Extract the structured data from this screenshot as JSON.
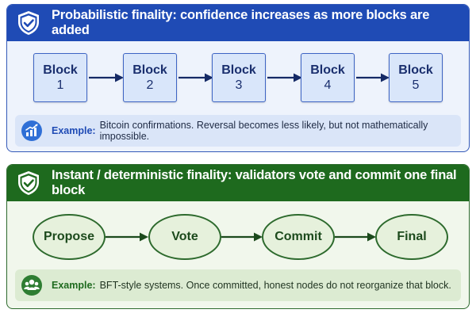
{
  "probabilistic": {
    "title": "Probabilistic finality: confidence increases as more blocks are added",
    "blocks": [
      {
        "label": "Block",
        "num": "1"
      },
      {
        "label": "Block",
        "num": "2"
      },
      {
        "label": "Block",
        "num": "3"
      },
      {
        "label": "Block",
        "num": "4"
      },
      {
        "label": "Block",
        "num": "5"
      }
    ],
    "example_label": "Example:",
    "example_text": "Bitcoin confirmations. Reversal becomes less likely, but not mathematically impossible.",
    "header_color": "#1f4bb5",
    "icon": "shield-check-icon",
    "example_icon": "bar-chart-trend-icon"
  },
  "instant": {
    "title": "Instant / deterministic finality: validators vote and commit one final block",
    "steps": [
      "Propose",
      "Vote",
      "Commit",
      "Final"
    ],
    "example_label": "Example:",
    "example_text": "BFT-style systems. Once committed, honest nodes do not reorganize that block.",
    "header_color": "#1e6a1e",
    "icon": "shield-check-icon",
    "example_icon": "group-users-icon"
  }
}
